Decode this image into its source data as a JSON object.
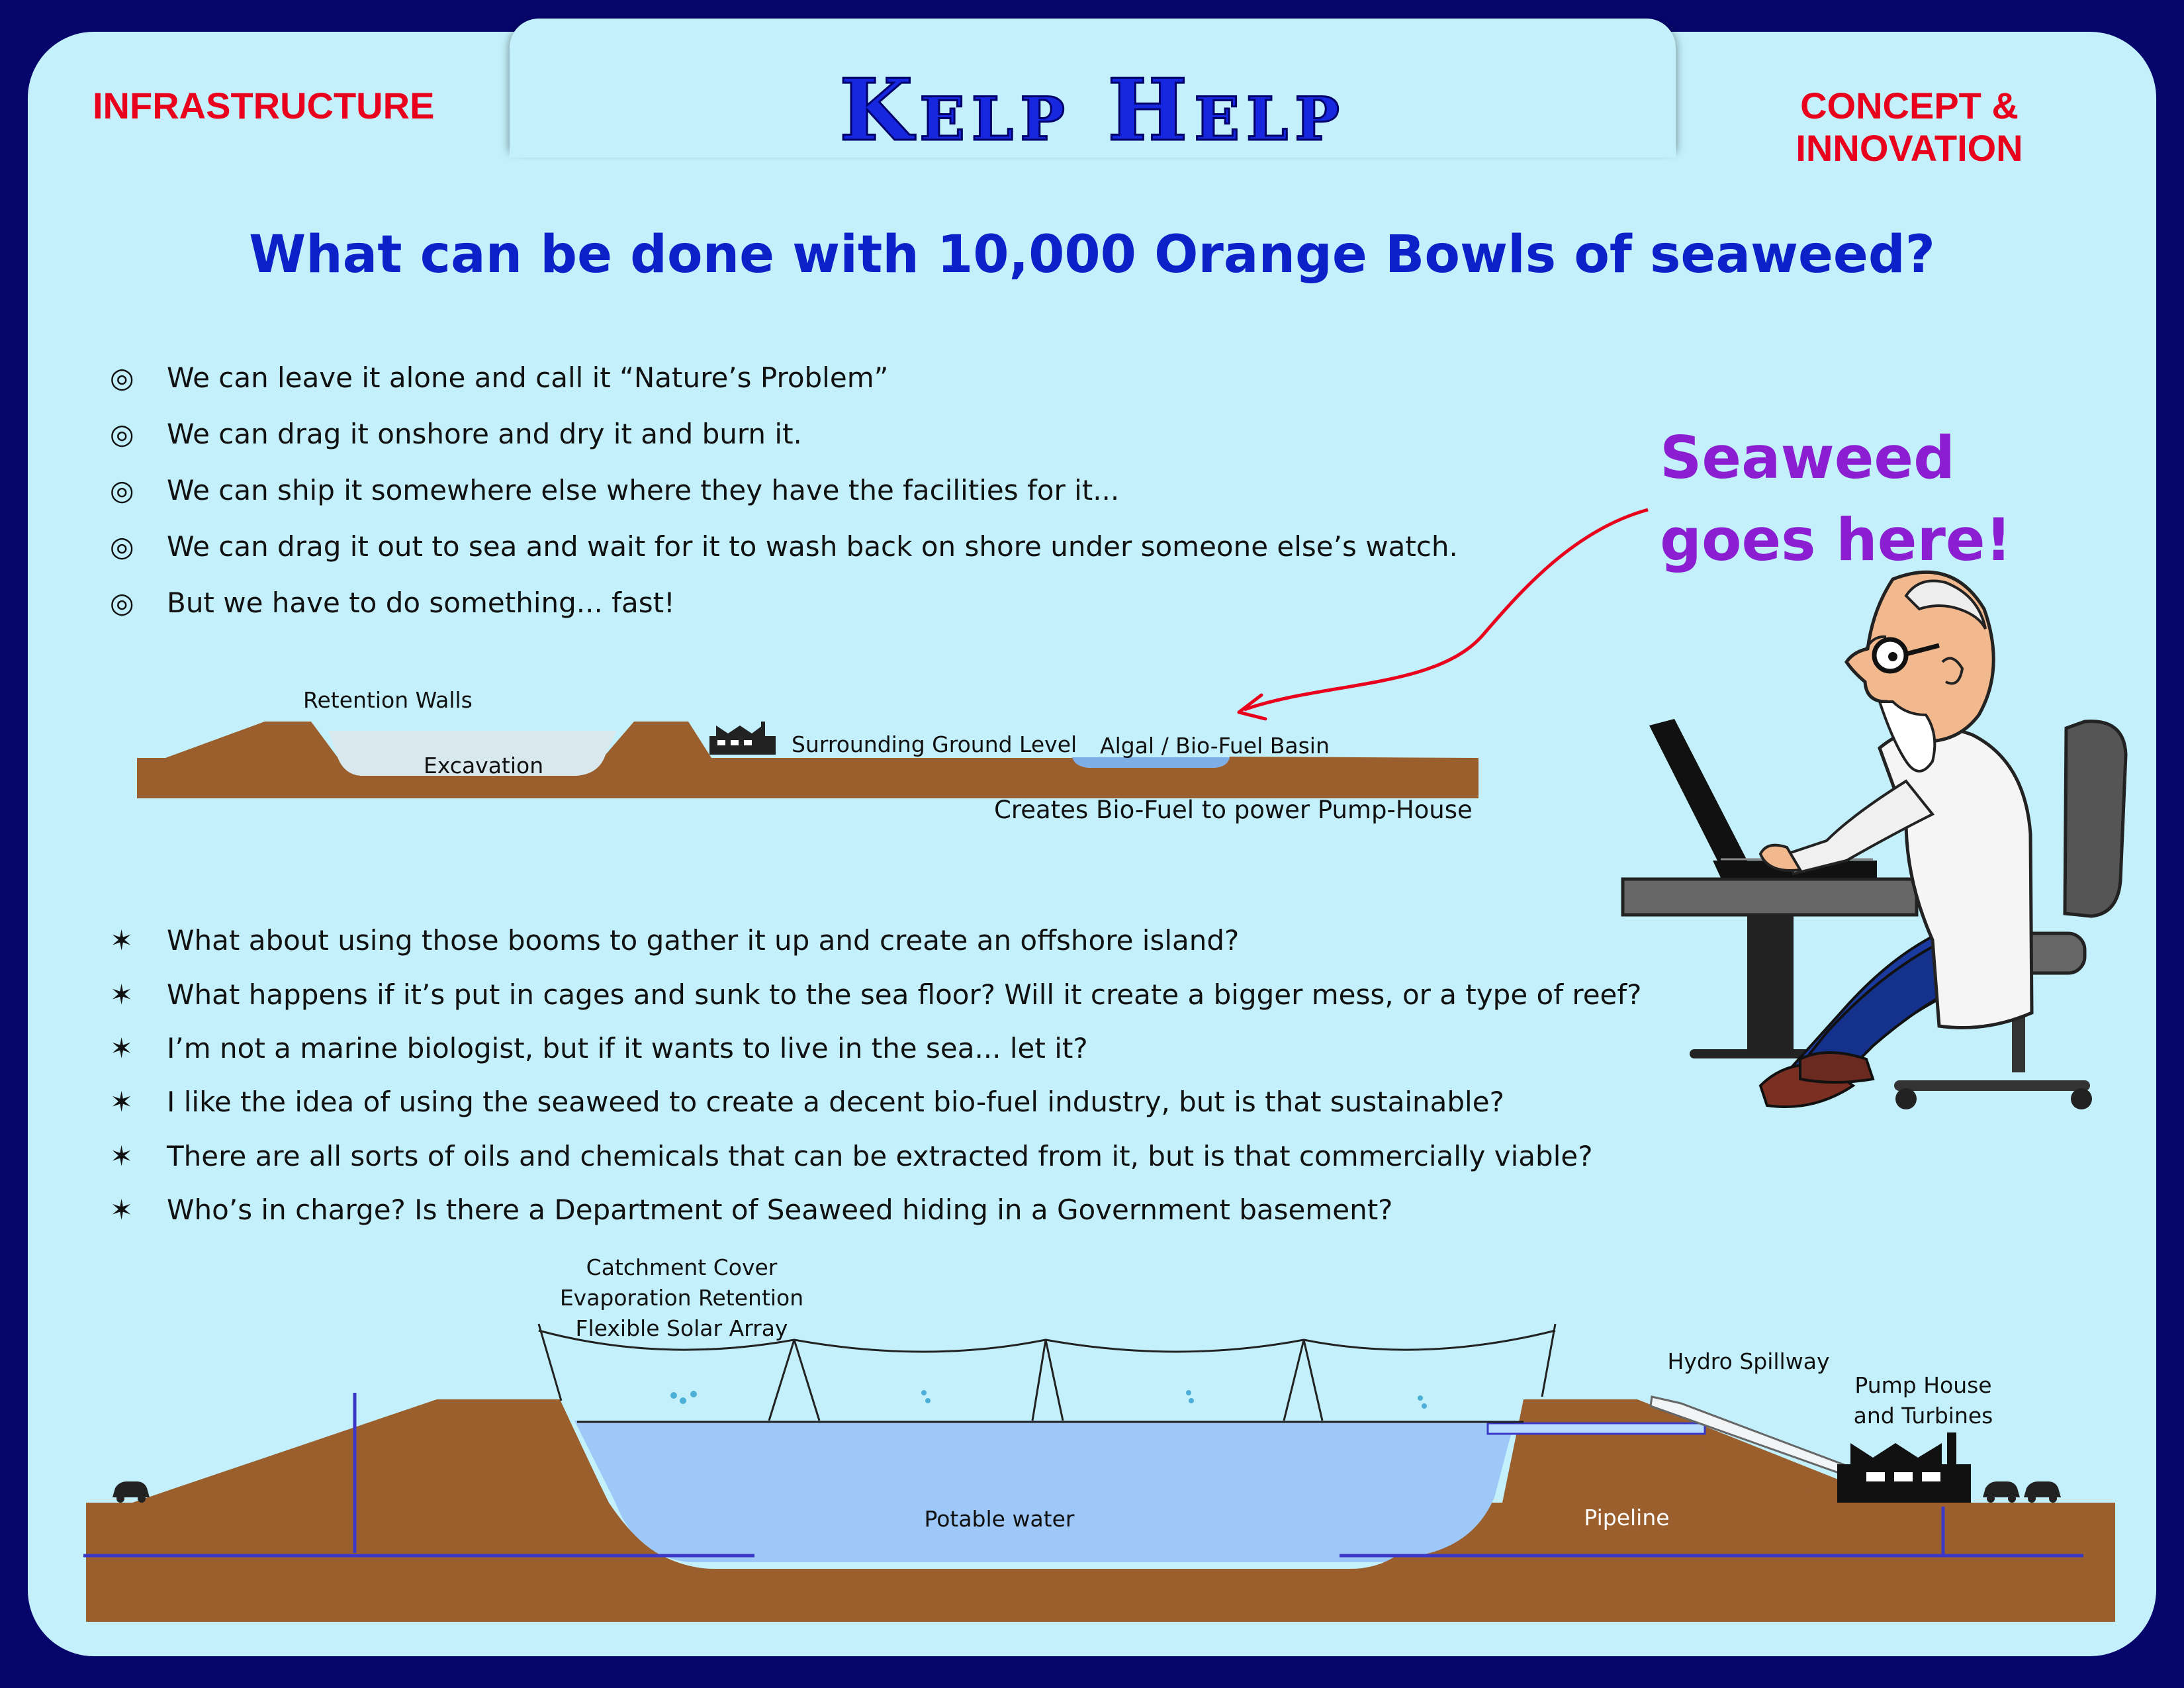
{
  "header": {
    "left_label": "INFRASTRUCTURE",
    "title": "Kelp Help",
    "right_label_line1": "CONCEPT &",
    "right_label_line2": "INNOVATION"
  },
  "subtitle": "What can be done with 10,000 Orange Bowls of seaweed?",
  "options": [
    "We can leave it alone and call it “Nature’s Problem”",
    "We can drag it onshore and dry it and burn it.",
    "We can ship it somewhere else where they have the facilities for it...",
    "We can drag it out to sea and wait for it to wash back on shore under someone else’s watch.",
    "But we have to do something... fast!"
  ],
  "option_bullet": "◎",
  "callout": {
    "line1": "Seaweed",
    "line2": "goes here!"
  },
  "basin_diagram": {
    "retention_walls": "Retention Walls",
    "excavation": "Excavation",
    "ground_level": "Surrounding Ground Level",
    "basin": "Algal / Bio-Fuel Basin",
    "caption": "Creates Bio-Fuel to power Pump-House"
  },
  "questions": [
    "What about using those booms to gather it up and create an offshore island?",
    "What happens if it’s put in cages and sunk to the sea floor? Will it create a bigger mess, or a type of reef?",
    "I’m not a marine biologist, but if it wants to live in the sea... let it?",
    "I like the idea of using the seaweed to create a decent bio-fuel industry, but is that sustainable?",
    "There are all sorts of oils and chemicals that can be extracted from it, but is that commercially viable?",
    "Who’s in charge? Is there a Department of Seaweed hiding in a Government basement?"
  ],
  "question_bullet": "✶",
  "reservoir_diagram": {
    "cover_line1": "Catchment Cover",
    "cover_line2": "Evaporation Retention",
    "cover_line3": "Flexible Solar Array",
    "water": "Potable water",
    "spillway": "Hydro Spillway",
    "pump_line1": "Pump House",
    "pump_line2": "and Turbines",
    "pipeline": "Pipeline"
  },
  "colors": {
    "background": "#05056b",
    "panel": "#c3f0fb",
    "title": "#1727e0",
    "accent_red": "#e8001c",
    "callout": "#8b1ed0",
    "earth": "#9b5f2e",
    "water": "#9ec8f7"
  }
}
